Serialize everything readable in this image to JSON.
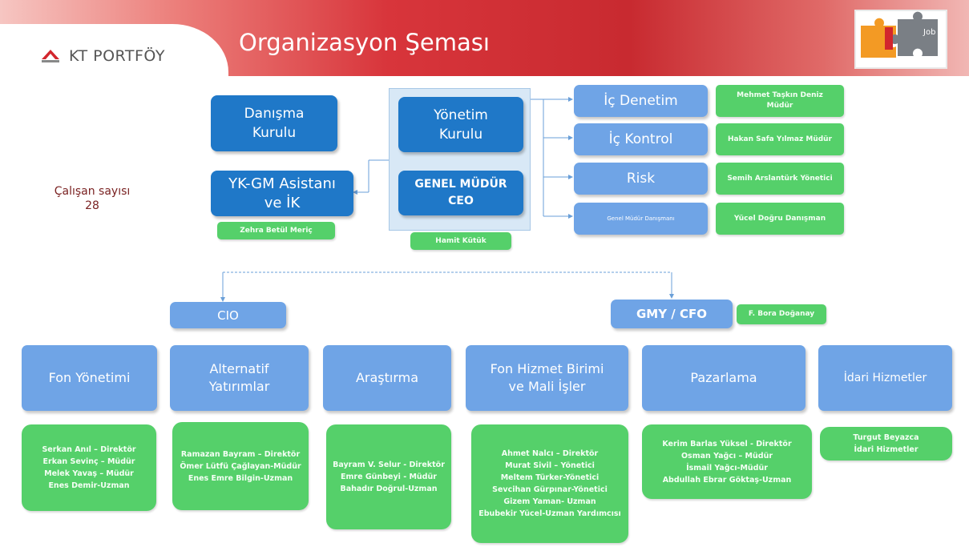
{
  "header": {
    "logo_text": "KT PORTFÖY",
    "title": "Organizasyon Şeması",
    "puzzle_label": "Job"
  },
  "employee_count": {
    "label": "Çalışan sayısı",
    "value": "28"
  },
  "top": {
    "danisma": "Danışma Kurulu",
    "yk_gm": "YK-GM Asistanı ve İK",
    "yk_gm_person": "Zehra Betül Meriç",
    "yonetim": "Yönetim Kurulu",
    "genel_mudur": "GENEL MÜDÜR CEO",
    "ceo_person": "Hamit Kütük"
  },
  "right_units": [
    {
      "label": "İç Denetim",
      "person": "Mehmet Taşkın Deniz Müdür"
    },
    {
      "label": "İç Kontrol",
      "person": "Hakan Safa Yılmaz Müdür"
    },
    {
      "label": "Risk",
      "person": "Semih Arslantürk Yönetici"
    },
    {
      "label": "Genel Müdür Danışmanı",
      "person": "Yücel Doğru Danışman"
    }
  ],
  "cio": {
    "label": "CIO"
  },
  "cfo": {
    "label": "GMY / CFO",
    "person": "F. Bora Doğanay"
  },
  "departments": [
    {
      "label": "Fon Yönetimi",
      "staff": [
        "Serkan Anıl – Direktör",
        "Erkan Sevinç – Müdür",
        "Melek Yavaş – Müdür",
        "Enes Demir-Uzman"
      ]
    },
    {
      "label": "Alternatif Yatırımlar",
      "staff": [
        "Ramazan Bayram – Direktör",
        "Ömer Lütfü Çağlayan-Müdür",
        "Enes Emre Bilgin-Uzman"
      ]
    },
    {
      "label": "Araştırma",
      "staff": [
        "Bayram V. Selur - Direktör",
        "Emre Günbeyi - Müdür",
        "Bahadır Doğrul-Uzman"
      ]
    },
    {
      "label": "Fon Hizmet Birimi ve Mali İşler",
      "staff": [
        "Ahmet Nalcı – Direktör",
        "Murat Sivil – Yönetici",
        "Meltem Türker-Yönetici",
        "Sevcihan Gürpınar-Yönetici",
        "Gizem Yaman- Uzman",
        "Ebubekir Yücel-Uzman Yardımcısı"
      ]
    },
    {
      "label": "Pazarlama",
      "staff": [
        "Kerim Barlas Yüksel - Direktör",
        "Osman Yağcı – Müdür",
        "İsmail Yağcı-Müdür",
        "Abdullah Ebrar Göktaş-Uzman"
      ]
    },
    {
      "label": "İdari Hizmetler",
      "staff": [
        "Turgut Beyazca",
        "İdari Hizmetler"
      ]
    }
  ],
  "colors": {
    "dark_box": "#1f78c8",
    "light_box": "#6fa4e6",
    "green_box": "#55d06a",
    "banner": "#c82a30"
  }
}
